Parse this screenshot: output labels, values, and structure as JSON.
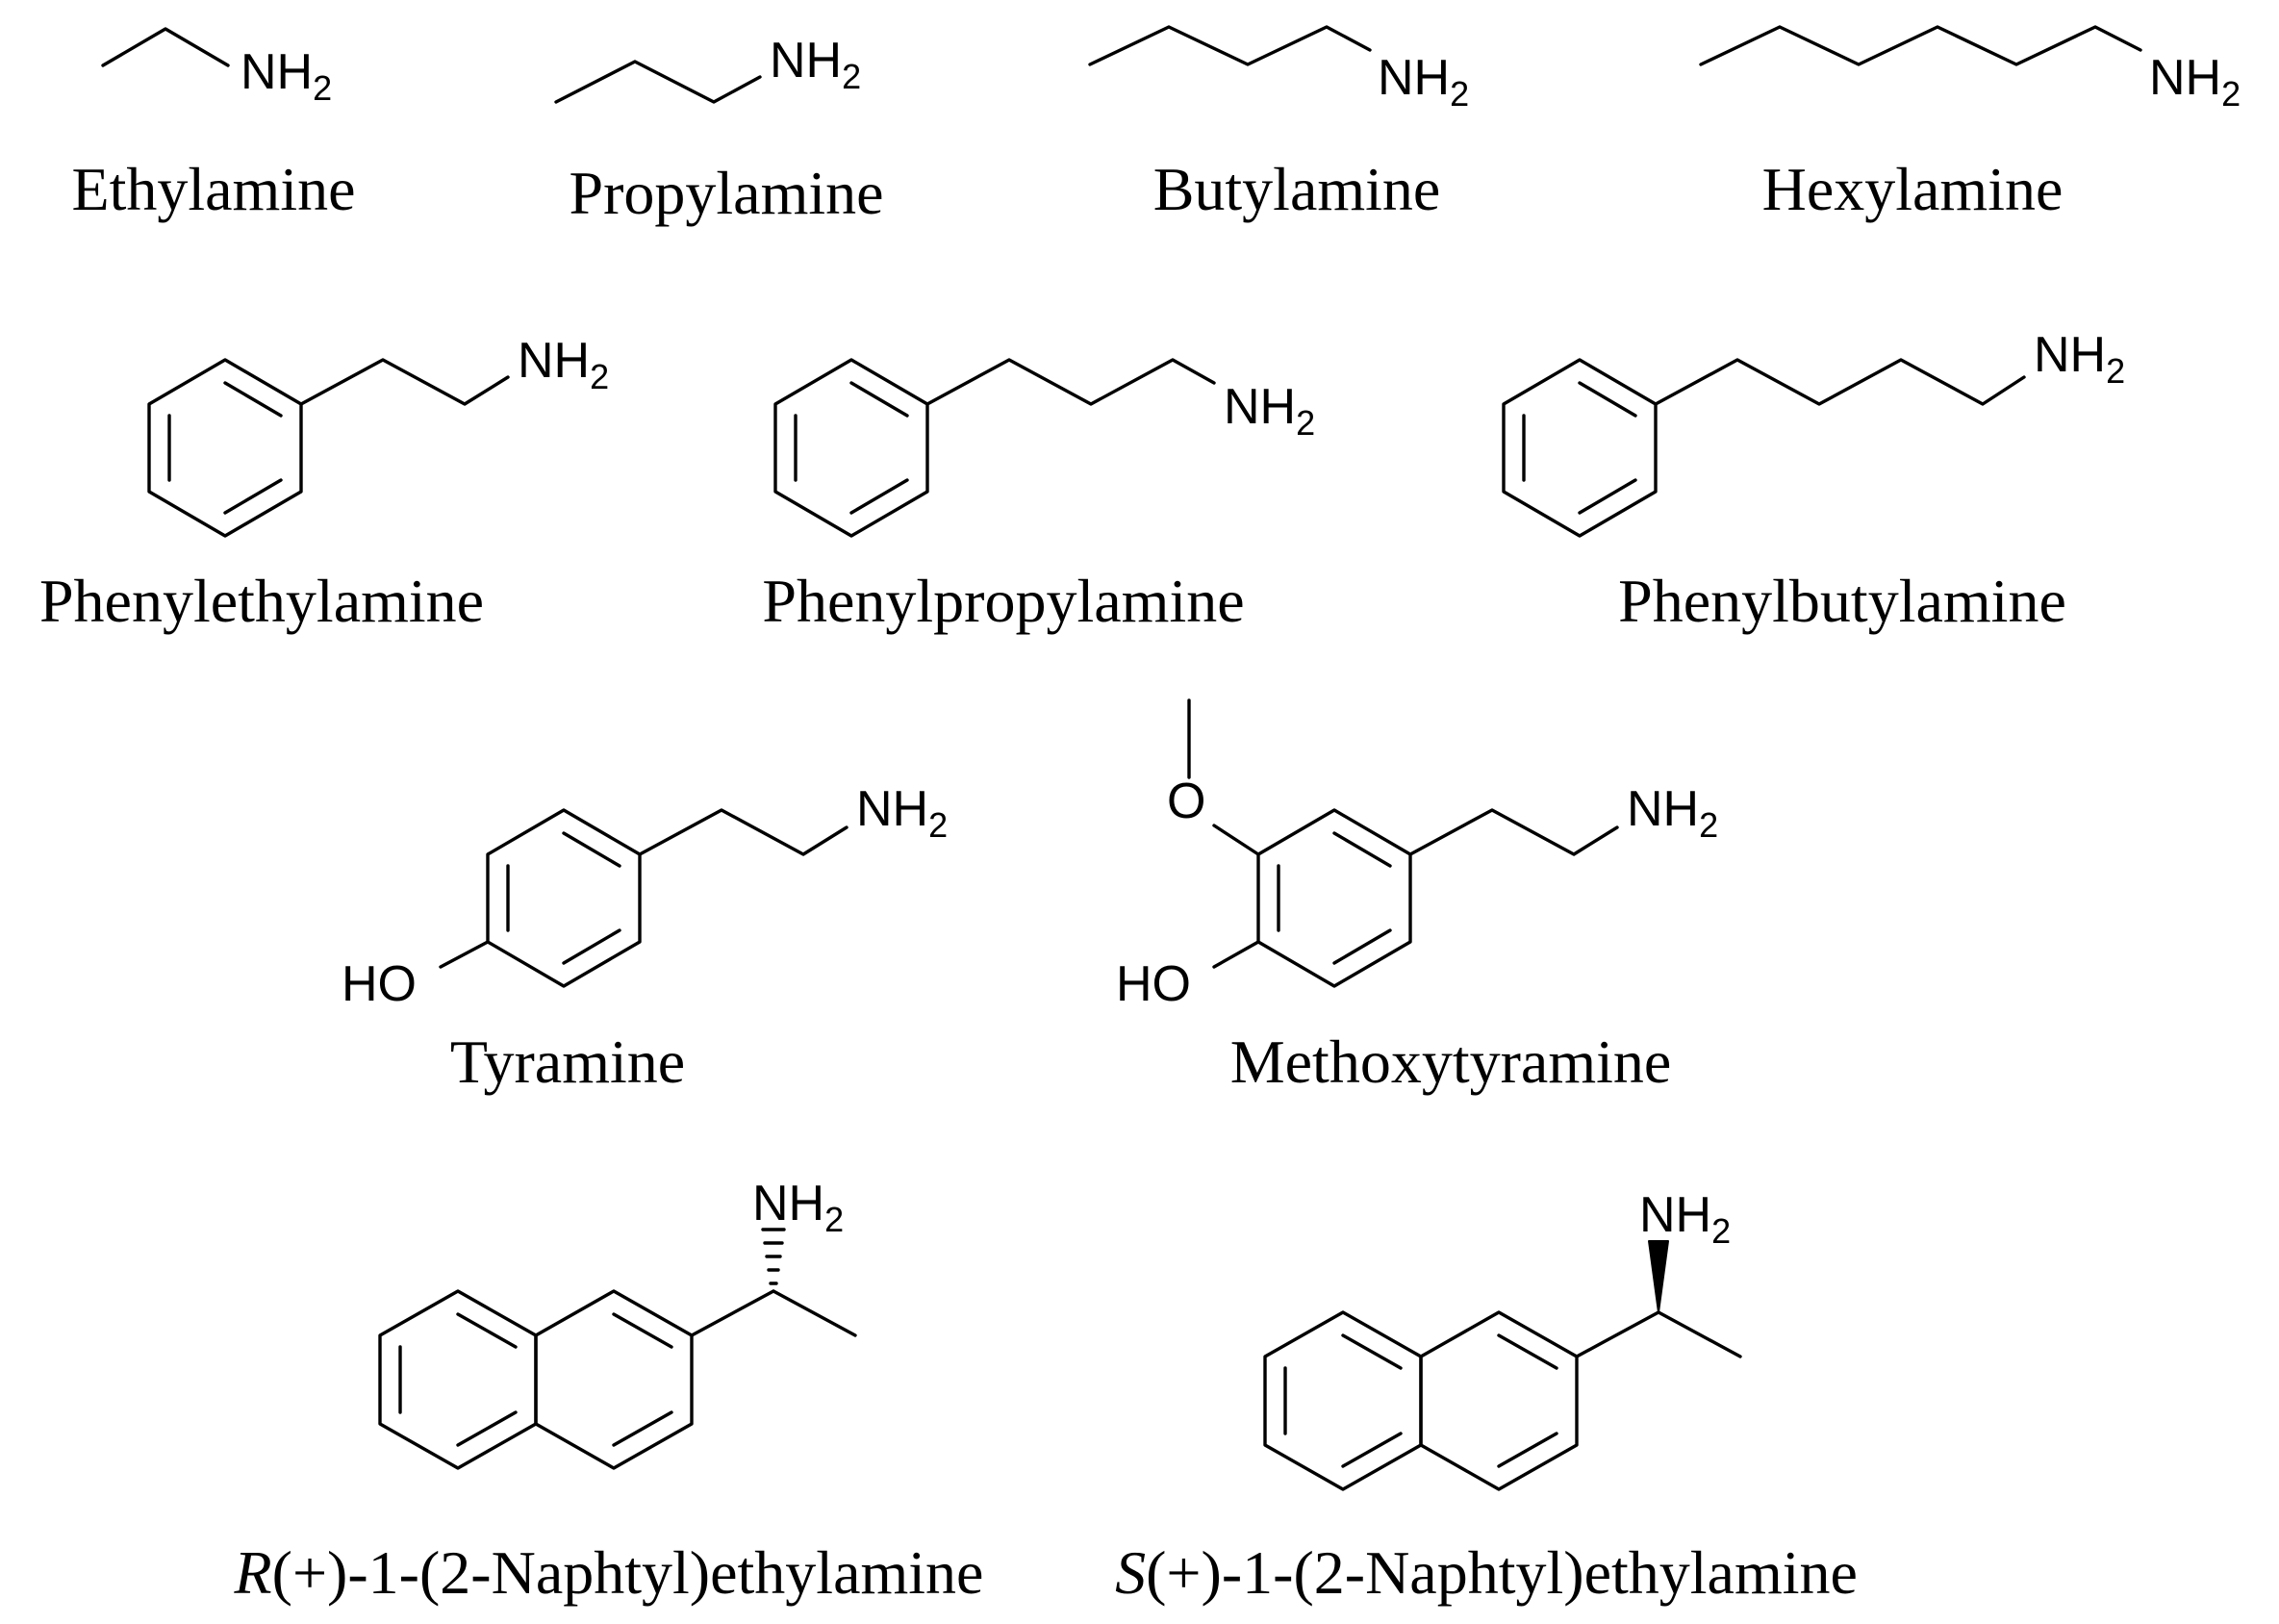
{
  "colors": {
    "ink": "#000000",
    "background": "#ffffff"
  },
  "atoms": {
    "amine_main": "NH",
    "amine_sub": "2",
    "hydroxyl": "HO",
    "oxygen": "O"
  },
  "compounds": [
    {
      "id": "ethylamine",
      "name": "Ethylamine"
    },
    {
      "id": "propylamine",
      "name": "Propylamine"
    },
    {
      "id": "butylamine",
      "name": "Butylamine"
    },
    {
      "id": "hexylamine",
      "name": "Hexylamine"
    },
    {
      "id": "phenylethylamine",
      "name": "Phenylethylamine"
    },
    {
      "id": "phenylpropylamine",
      "name": "Phenylpropylamine"
    },
    {
      "id": "phenylbutylamine",
      "name": "Phenylbutylamine"
    },
    {
      "id": "tyramine",
      "name": "Tyramine"
    },
    {
      "id": "methoxytyramine",
      "name": "Methoxytyramine"
    },
    {
      "id": "r-naphthylethylamine",
      "name_prefix": "R",
      "name_rest": "(+)-1-(2-Naphtyl)ethylamine"
    },
    {
      "id": "s-naphthylethylamine",
      "name_prefix": "S",
      "name_rest": "(+)-1-(2-Naphtyl)ethylamine"
    }
  ]
}
